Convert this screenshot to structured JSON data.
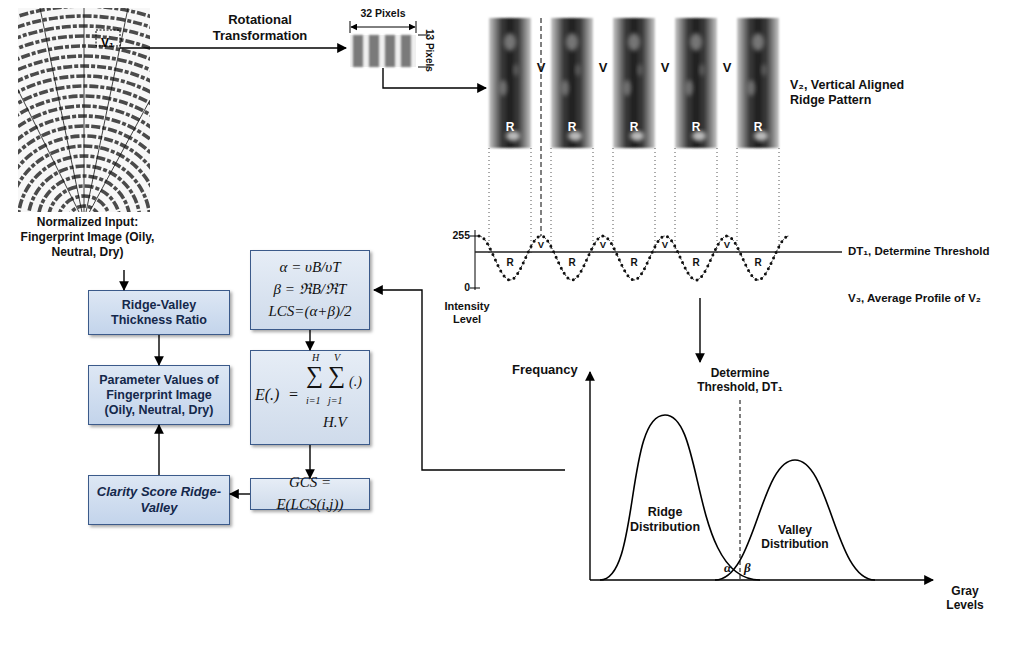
{
  "diagram": {
    "nodes": [
      {
        "text": [
          "V₁",
          "Normalized Input: Fingerprint Image (Oily, Neutral, Dry)"
        ]
      },
      {
        "text": [
          "α = υB/υT",
          "β = ℜB/ℜT",
          "LCS=(α+β)/2"
        ]
      },
      {
        "text": [
          "Ridge-Valley Thickness Ratio"
        ]
      },
      {
        "text": [
          "E(.)",
          "=",
          "H",
          "∑",
          "i=1",
          "V",
          "∑",
          "j=1",
          "(.)",
          "H.V"
        ]
      },
      {
        "text": [
          "Parameter Values of Fingerprint Image (Oily, Neutral, Dry)"
        ]
      },
      {
        "text": [
          "Clarity Score Ridge-Valley"
        ]
      },
      {
        "text": [
          "GCS = E(LCS(i,j))"
        ]
      }
    ],
    "edges": [
      {
        "from": 0,
        "to": 2,
        "arrow": "to"
      },
      {
        "from": 1,
        "to": 3,
        "arrow": "to"
      },
      {
        "from": 2,
        "to": 4,
        "arrow": "to"
      },
      {
        "from": 3,
        "to": 6,
        "arrow": "to"
      },
      {
        "from": 6,
        "to": 5,
        "arrow": "to"
      },
      {
        "from": 5,
        "to": 4,
        "arrow": "to"
      }
    ],
    "labels": [
      "Rotational Transformation",
      "32 Pixels",
      "13 Pixels",
      "R",
      "R",
      "R",
      "R",
      "R",
      "V",
      "V",
      "V",
      "V",
      "V₂, Vertical Aligned Ridge Pattern",
      "255",
      "0",
      "Intensity Level",
      "DT₁, Determine Threshold",
      "V₃, Average Profile of V₂",
      "R",
      "R",
      "R",
      "R",
      "R",
      "V",
      "V",
      "V",
      "V",
      "Frequancy",
      "Determine Threshold, DT₁",
      "Ridge Distribution",
      "Valley Distribution",
      "Gray Levels",
      "α",
      "β"
    ]
  }
}
